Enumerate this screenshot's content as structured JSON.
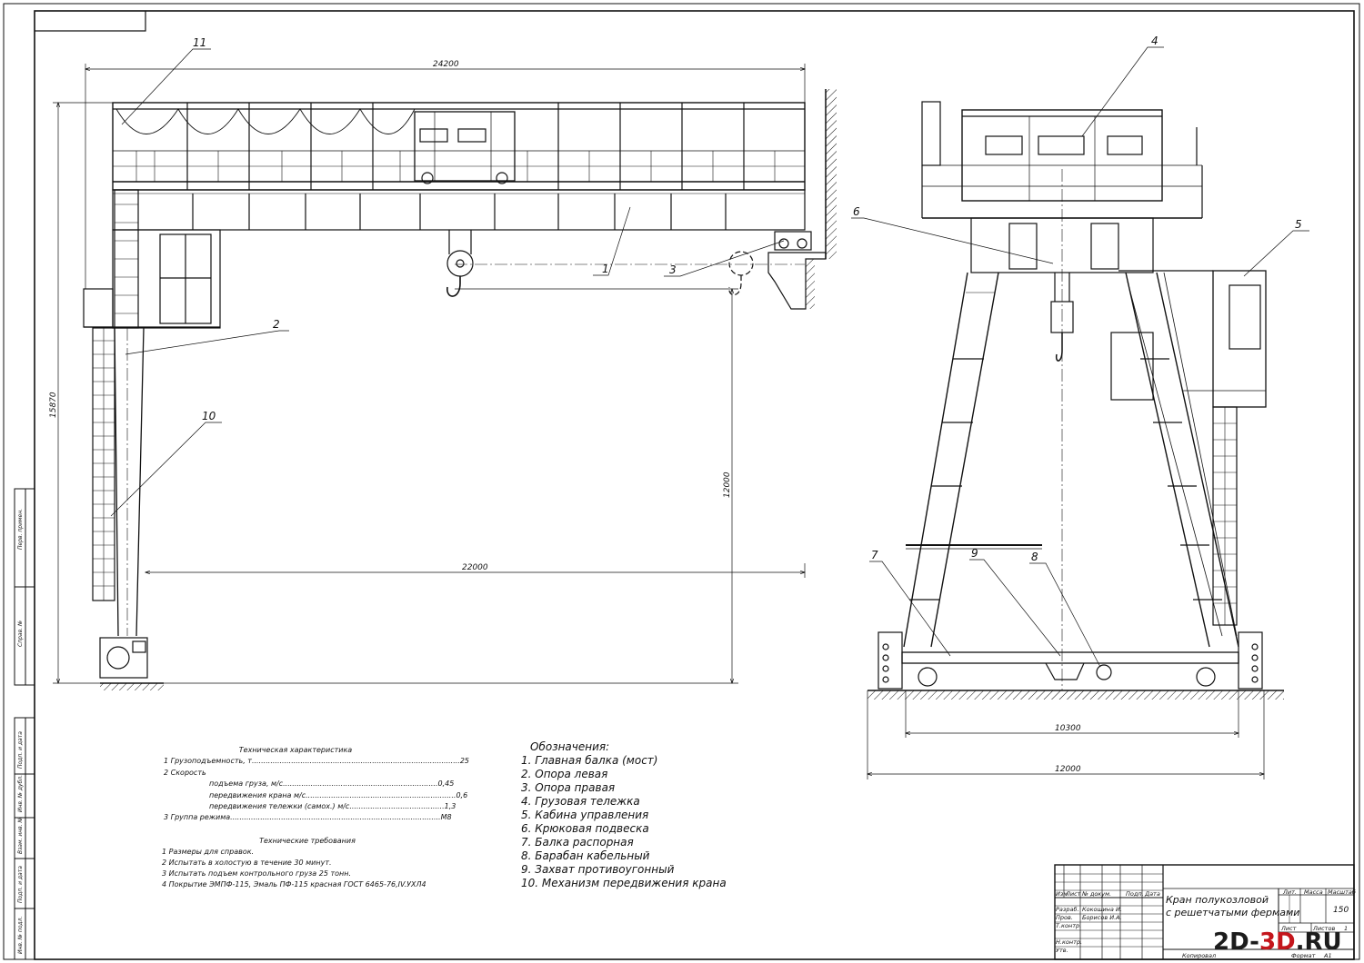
{
  "drawing": {
    "dimensions": {
      "span_total": "24200",
      "span_rail": "22000",
      "height_total": "15870",
      "height_hook": "12000",
      "gauge_inner": "10300",
      "gauge_outer": "12000"
    },
    "callouts": [
      "1",
      "2",
      "3",
      "4",
      "5",
      "6",
      "7",
      "8",
      "9",
      "10",
      "11"
    ]
  },
  "tech_spec": {
    "title": "Техническая характеристика",
    "rows": [
      {
        "label": "1  Грузоподъемность, т",
        "value": "25"
      },
      {
        "label": "2  Скорость",
        "value": ""
      },
      {
        "label": "подъема груза, м/с",
        "value": "0,45"
      },
      {
        "label": "передвижения крана м/с",
        "value": "0,6"
      },
      {
        "label": "передвижения тележки (самох.) м/с",
        "value": "1,3"
      },
      {
        "label": "3  Группа режима",
        "value": "М8"
      }
    ]
  },
  "requirements": {
    "title": "Технические требования",
    "items": [
      "1  Размеры для справок.",
      "2 Испытать в холостую в течение 30 минут.",
      "3 Испытать подъем  контрольного груза 25 тонн.",
      "4 Покрытие ЭМПФ-115, Эмаль ПФ-115 красная ГОСТ 6465-76,IV.УХЛ4"
    ]
  },
  "legend": {
    "title": "Обозначения:",
    "items": [
      "1. Главная балка (мост)",
      "2. Опора левая",
      "3. Опора правая",
      "4. Грузовая тележка",
      "5. Кабина управления",
      "6. Крюковая подвеска",
      "7. Балка распорная",
      "8. Барабан кабельный",
      "9. Захват противоугонный",
      "10. Механизм передвижения крана"
    ]
  },
  "title_block": {
    "name_line1": "Кран полукозловой",
    "name_line2": "с решетчатыми фермами",
    "col_izm": "Изм",
    "col_list": "Лист",
    "col_doc": "№ докум.",
    "col_sign": "Подп.",
    "col_date": "Дата",
    "razrab": "Разраб.",
    "razrab_name": "Кокошина И.",
    "prov": "Пров.",
    "prov_name": "Борисов И.А.",
    "tkontr": "Т.контр.",
    "nkontr": "Н.контр.",
    "utv": "Утв.",
    "lit": "Лит.",
    "massa": "Масса",
    "masshtab": "Масштаб",
    "scale_value": "150",
    "list": "Лист",
    "listov": "Листов",
    "listov_value": "1",
    "kopiroval": "Копировал",
    "format": "Формат",
    "format_value": "А1"
  },
  "side_stamp": {
    "perv_primen": "Перв. примен.",
    "sprav": "Справ. №",
    "podp_data_1": "Подп. и дата",
    "inv_dubl": "Инв. № дубл.",
    "vzam_inv": "Взам. инв. №",
    "podp_data_2": "Подп. и дата",
    "inv_podl": "Инв. № подл."
  },
  "watermark": {
    "part1": "2D-",
    "part2": "3D",
    "part3": ".RU"
  }
}
